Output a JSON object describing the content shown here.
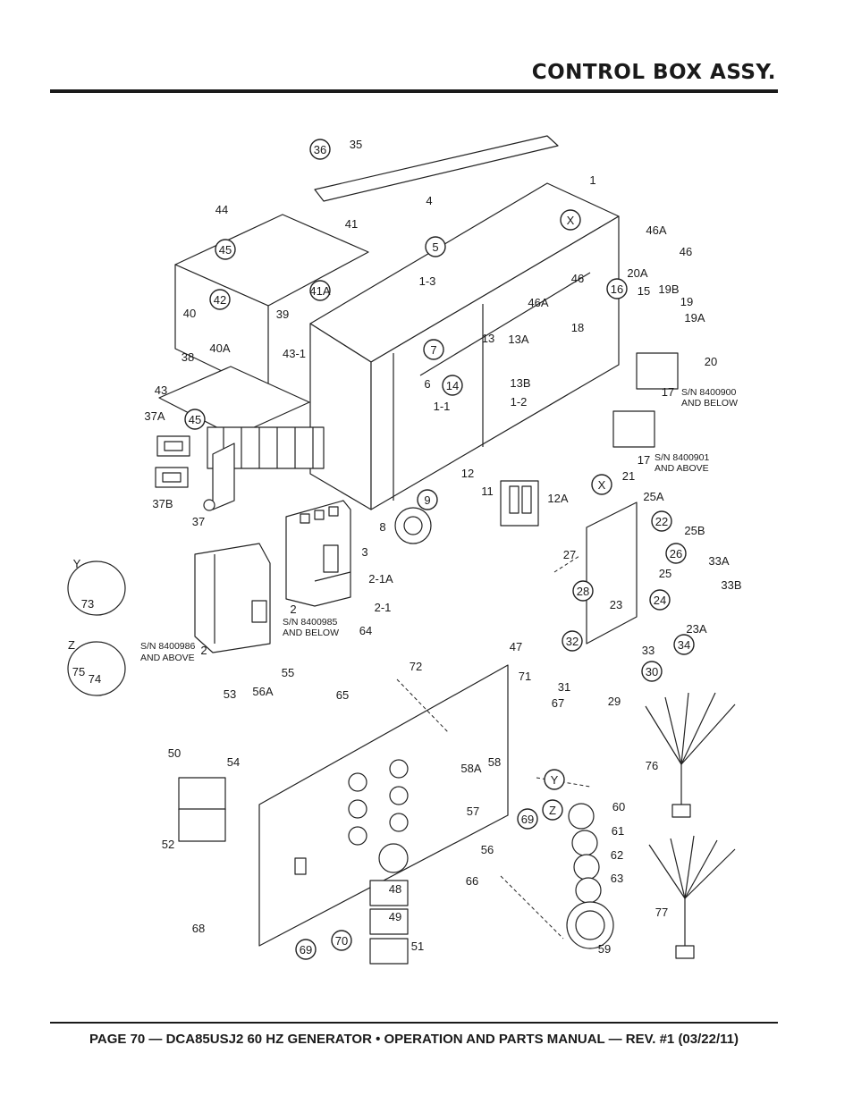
{
  "header": {
    "title": "CONTROL BOX ASSY."
  },
  "footer": {
    "text": "PAGE 70 — DCA85USJ2 60 HZ GENERATOR • OPERATION AND PARTS MANUAL — REV. #1 (03/22/11)"
  },
  "callouts": [
    {
      "id": "36",
      "circled": true
    },
    {
      "id": "35"
    },
    {
      "id": "1"
    },
    {
      "id": "44"
    },
    {
      "id": "4"
    },
    {
      "id": "41"
    },
    {
      "id": "5",
      "circled": true
    },
    {
      "id": "X",
      "circled": true
    },
    {
      "id": "46A"
    },
    {
      "id": "46"
    },
    {
      "id": "45",
      "circled": true
    },
    {
      "id": "41A",
      "circled": true
    },
    {
      "id": "1-3"
    },
    {
      "id": "46"
    },
    {
      "id": "20A"
    },
    {
      "id": "16",
      "circled": true
    },
    {
      "id": "15"
    },
    {
      "id": "19B"
    },
    {
      "id": "42",
      "circled": true
    },
    {
      "id": "39"
    },
    {
      "id": "46A"
    },
    {
      "id": "18"
    },
    {
      "id": "19"
    },
    {
      "id": "19A"
    },
    {
      "id": "40"
    },
    {
      "id": "40A"
    },
    {
      "id": "13"
    },
    {
      "id": "13A"
    },
    {
      "id": "7",
      "circled": true
    },
    {
      "id": "38"
    },
    {
      "id": "20"
    },
    {
      "id": "43-1"
    },
    {
      "id": "6"
    },
    {
      "id": "14",
      "circled": true
    },
    {
      "id": "13B"
    },
    {
      "id": "43"
    },
    {
      "id": "1-2"
    },
    {
      "id": "17"
    },
    {
      "id": "1-1"
    },
    {
      "id": "37A"
    },
    {
      "id": "45",
      "circled": true
    },
    {
      "id": "17"
    },
    {
      "id": "12"
    },
    {
      "id": "37B"
    },
    {
      "id": "21"
    },
    {
      "id": "X",
      "circled": true
    },
    {
      "id": "9",
      "circled": true
    },
    {
      "id": "11"
    },
    {
      "id": "25A"
    },
    {
      "id": "37"
    },
    {
      "id": "12A"
    },
    {
      "id": "22",
      "circled": true
    },
    {
      "id": "8"
    },
    {
      "id": "25B"
    },
    {
      "id": "3"
    },
    {
      "id": "26",
      "circled": true
    },
    {
      "id": "27"
    },
    {
      "id": "33A"
    },
    {
      "id": "Y"
    },
    {
      "id": "2-1A"
    },
    {
      "id": "25"
    },
    {
      "id": "28",
      "circled": true
    },
    {
      "id": "33B"
    },
    {
      "id": "24",
      "circled": true
    },
    {
      "id": "73"
    },
    {
      "id": "2-1"
    },
    {
      "id": "23"
    },
    {
      "id": "2"
    },
    {
      "id": "64"
    },
    {
      "id": "23A"
    },
    {
      "id": "32",
      "circled": true
    },
    {
      "id": "33"
    },
    {
      "id": "34",
      "circled": true
    },
    {
      "id": "Z"
    },
    {
      "id": "2"
    },
    {
      "id": "47"
    },
    {
      "id": "30",
      "circled": true
    },
    {
      "id": "75"
    },
    {
      "id": "74"
    },
    {
      "id": "72"
    },
    {
      "id": "31"
    },
    {
      "id": "55"
    },
    {
      "id": "71"
    },
    {
      "id": "29"
    },
    {
      "id": "53"
    },
    {
      "id": "56A"
    },
    {
      "id": "65"
    },
    {
      "id": "67"
    },
    {
      "id": "54"
    },
    {
      "id": "58"
    },
    {
      "id": "50"
    },
    {
      "id": "58A"
    },
    {
      "id": "76"
    },
    {
      "id": "Y",
      "circled": true
    },
    {
      "id": "60"
    },
    {
      "id": "57"
    },
    {
      "id": "Z",
      "circled": true
    },
    {
      "id": "69",
      "circled": true
    },
    {
      "id": "52"
    },
    {
      "id": "61"
    },
    {
      "id": "56"
    },
    {
      "id": "62"
    },
    {
      "id": "77"
    },
    {
      "id": "66"
    },
    {
      "id": "63"
    },
    {
      "id": "48"
    },
    {
      "id": "49"
    },
    {
      "id": "68"
    },
    {
      "id": "70",
      "circled": true
    },
    {
      "id": "69",
      "circled": true
    },
    {
      "id": "51"
    },
    {
      "id": "59"
    }
  ],
  "notes": {
    "sn_8400900": [
      "S/N 8400900",
      "AND BELOW"
    ],
    "sn_8400901": [
      "S/N 8400901",
      "AND ABOVE"
    ],
    "sn_8400985": [
      "S/N 8400985",
      "AND BELOW"
    ],
    "sn_8400986": [
      "S/N 8400986",
      "AND ABOVE"
    ]
  }
}
